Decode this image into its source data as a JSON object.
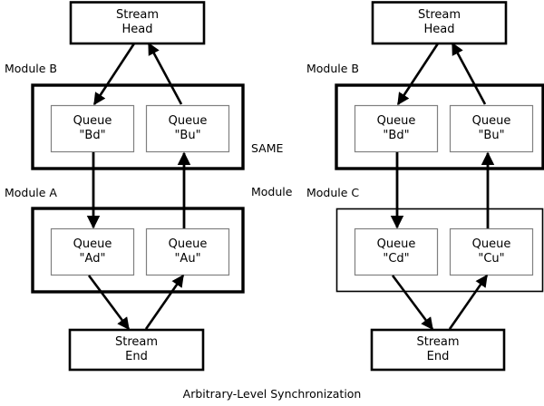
{
  "diagram": {
    "caption": "Arbitrary-Level Synchronization",
    "side_note_line1": "SAME",
    "side_note_line2": "Module",
    "colors": {
      "stroke": "#000000",
      "queue_border": "#808080",
      "background": "#ffffff"
    },
    "left_stack": {
      "stream_head_line1": "Stream",
      "stream_head_line2": "Head",
      "stream_end_line1": "Stream",
      "stream_end_line2": "End",
      "upper_module_tag": "Module B",
      "lower_module_tag": "Module A",
      "upper_queue_down_line1": "Queue",
      "upper_queue_down_line2": "\"Bd\"",
      "upper_queue_up_line1": "Queue",
      "upper_queue_up_line2": "\"Bu\"",
      "lower_queue_down_line1": "Queue",
      "lower_queue_down_line2": "\"Ad\"",
      "lower_queue_up_line1": "Queue",
      "lower_queue_up_line2": "\"Au\""
    },
    "right_stack": {
      "stream_head_line1": "Stream",
      "stream_head_line2": "Head",
      "stream_end_line1": "Stream",
      "stream_end_line2": "End",
      "upper_module_tag": "Module B",
      "lower_module_tag": "Module C",
      "upper_queue_down_line1": "Queue",
      "upper_queue_down_line2": "\"Bd\"",
      "upper_queue_up_line1": "Queue",
      "upper_queue_up_line2": "\"Bu\"",
      "lower_queue_down_line1": "Queue",
      "lower_queue_down_line2": "\"Cd\"",
      "lower_queue_up_line1": "Queue",
      "lower_queue_up_line2": "\"Cu\""
    }
  }
}
